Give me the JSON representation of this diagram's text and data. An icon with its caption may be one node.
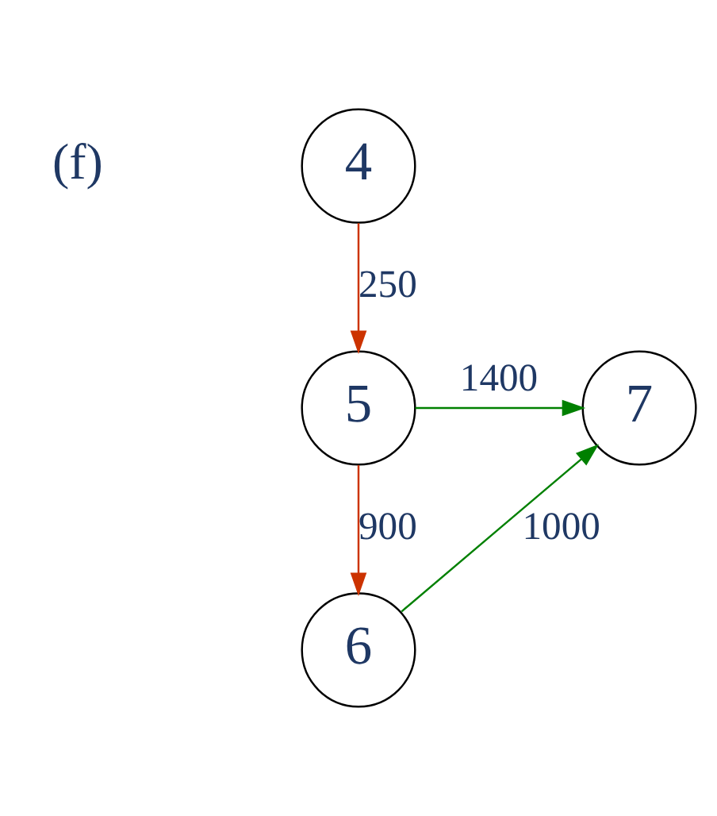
{
  "diagram": {
    "nodes": [
      {
        "text": [
          "4"
        ]
      },
      {
        "text": [
          "5"
        ]
      },
      {
        "text": [
          "7"
        ]
      },
      {
        "text": [
          "6"
        ]
      }
    ],
    "edges": [
      {
        "from": 0,
        "to": 1,
        "arrow": "to",
        "label": "250",
        "color": "#cc3300"
      },
      {
        "from": 1,
        "to": 2,
        "arrow": "to",
        "label": "1400",
        "color": "#008000"
      },
      {
        "from": 1,
        "to": 3,
        "arrow": "to",
        "label": "900",
        "color": "#cc3300"
      },
      {
        "from": 3,
        "to": 2,
        "arrow": "to",
        "label": "1000",
        "color": "#008000"
      }
    ],
    "labels": [
      "(f)"
    ]
  }
}
